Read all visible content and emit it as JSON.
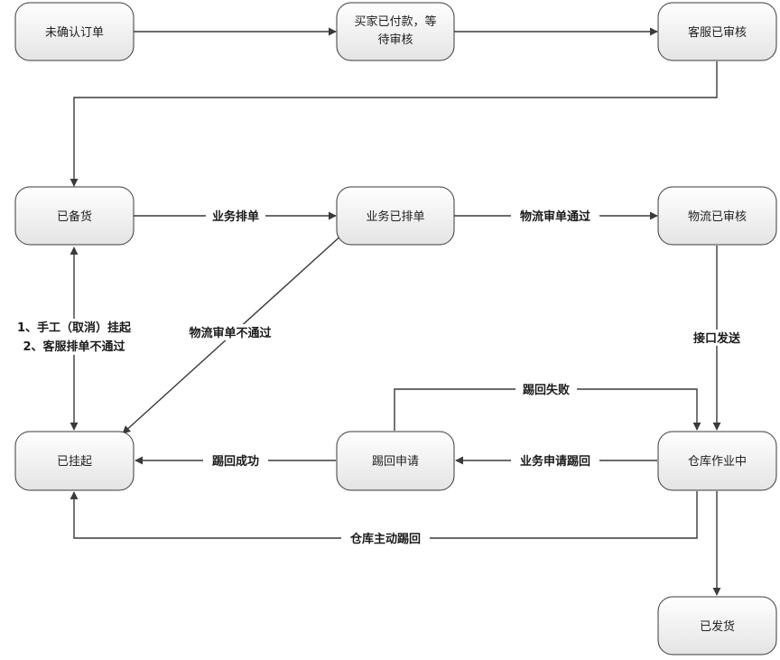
{
  "nodes": {
    "unconfirmed": {
      "label": "未确认订单"
    },
    "paid": {
      "line1": "买家已付款，等",
      "line2": "待审核"
    },
    "cs_reviewed": {
      "label": "客服已审核"
    },
    "stocked": {
      "label": "已备货"
    },
    "scheduled": {
      "label": "业务已排单"
    },
    "logistics_reviewed": {
      "label": "物流已审核"
    },
    "suspended": {
      "label": "已挂起"
    },
    "kickback_request": {
      "label": "踢回申请"
    },
    "warehouse": {
      "label": "仓库作业中"
    },
    "shipped": {
      "label": "已发货"
    }
  },
  "edges": {
    "business_schedule": "业务排单",
    "logistics_pass": "物流审单通过",
    "logistics_fail": "物流审单不通过",
    "suspend_line1": "1、手工（取消）挂起",
    "suspend_line2": "2、客服排单不通过",
    "interface_send": "接口发送",
    "kickback_fail": "踢回失败",
    "business_kickback": "业务申请踢回",
    "kickback_success": "踢回成功",
    "warehouse_kickback": "仓库主动踢回"
  },
  "colors": {
    "node_gradient_top": "#ffffff",
    "node_gradient_bottom": "#e6e6e6",
    "stroke": "#3a3a3a"
  }
}
